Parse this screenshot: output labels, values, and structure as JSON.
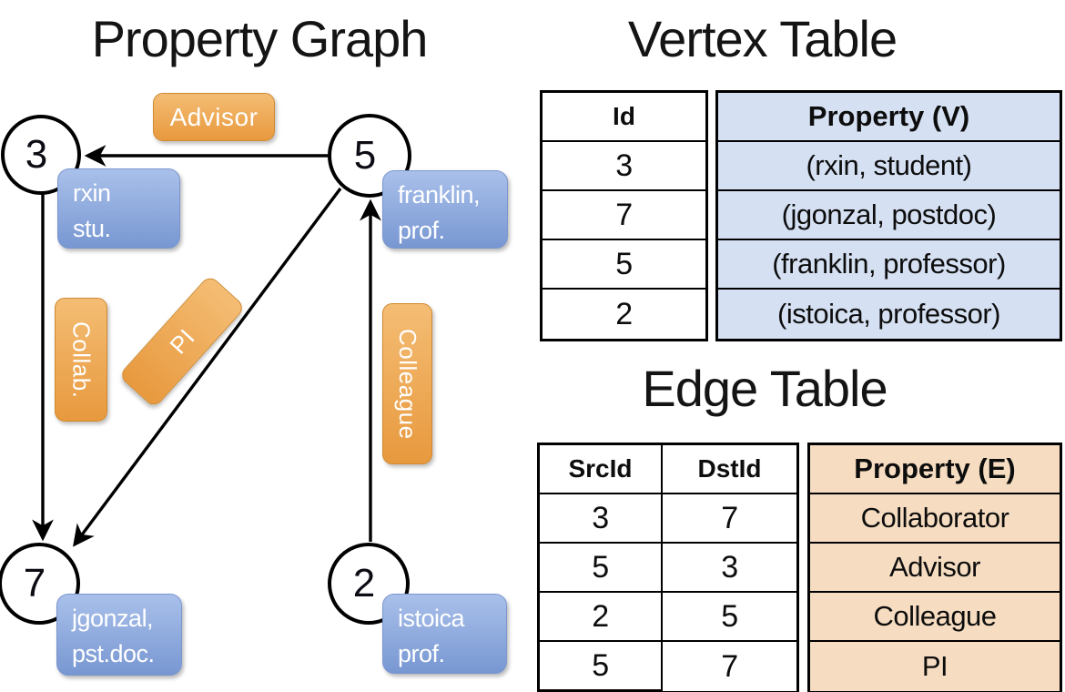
{
  "graph": {
    "title": "Property Graph",
    "nodes": [
      {
        "id": "3",
        "label_line1": "rxin",
        "label_line2": "stu."
      },
      {
        "id": "5",
        "label_line1": "franklin,",
        "label_line2": "prof."
      },
      {
        "id": "7",
        "label_line1": "jgonzal,",
        "label_line2": "pst.doc."
      },
      {
        "id": "2",
        "label_line1": "istoica",
        "label_line2": "prof."
      }
    ],
    "edge_labels": {
      "advisor": "Advisor",
      "collab": "Collab.",
      "pi": "PI",
      "colleague": "Colleague"
    }
  },
  "vertex_table": {
    "title": "Vertex Table",
    "columns": {
      "id": "Id",
      "property": "Property (V)"
    },
    "rows": [
      {
        "id": "3",
        "property": "(rxin, student)"
      },
      {
        "id": "7",
        "property": "(jgonzal, postdoc)"
      },
      {
        "id": "5",
        "property": "(franklin, professor)"
      },
      {
        "id": "2",
        "property": "(istoica, professor)"
      }
    ]
  },
  "edge_table": {
    "title": "Edge Table",
    "columns": {
      "src": "SrcId",
      "dst": "DstId",
      "property": "Property (E)"
    },
    "rows": [
      {
        "src": "3",
        "dst": "7",
        "property": "Collaborator"
      },
      {
        "src": "5",
        "dst": "3",
        "property": "Advisor"
      },
      {
        "src": "2",
        "dst": "5",
        "property": "Colleague"
      },
      {
        "src": "5",
        "dst": "7",
        "property": "PI"
      }
    ]
  },
  "colors": {
    "edge_label_orange": "#e8993e",
    "vertex_label_blue": "#8aa7dc",
    "vertex_cell_fill": "#d5e0f2",
    "edge_cell_fill": "#f6ddc1",
    "line_black": "#000000"
  }
}
